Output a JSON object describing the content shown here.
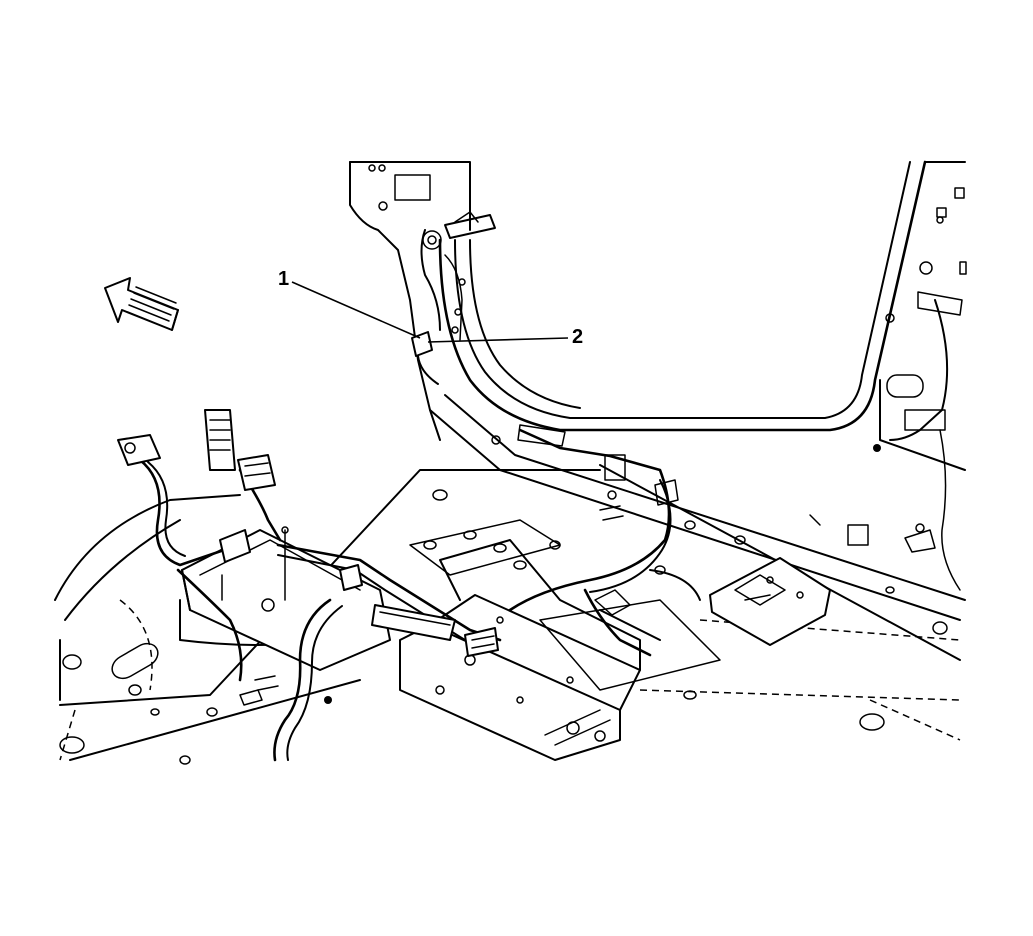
{
  "callouts": [
    {
      "id": "1",
      "label": "1"
    },
    {
      "id": "2",
      "label": "2"
    }
  ],
  "icons": {
    "direction": "forward-arrow-icon"
  },
  "colors": {
    "line": "#000000",
    "background": "#ffffff"
  }
}
